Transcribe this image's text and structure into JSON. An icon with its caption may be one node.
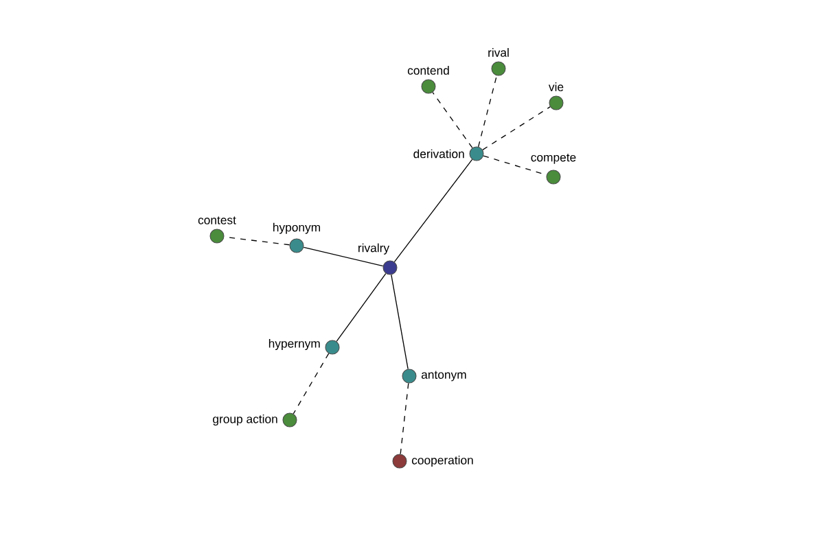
{
  "diagram": {
    "nodes": [
      {
        "text": [
          "rivalry"
        ]
      },
      {
        "text": [
          "derivation"
        ]
      },
      {
        "text": [
          "contend"
        ]
      },
      {
        "text": [
          "rival"
        ]
      },
      {
        "text": [
          "vie"
        ]
      },
      {
        "text": [
          "compete"
        ]
      },
      {
        "text": [
          "hyponym"
        ]
      },
      {
        "text": [
          "contest"
        ]
      },
      {
        "text": [
          "hypernym"
        ]
      },
      {
        "text": [
          "group action"
        ]
      },
      {
        "text": [
          "antonym"
        ]
      },
      {
        "text": [
          "cooperation"
        ]
      }
    ],
    "edges": [
      {
        "from": 0,
        "to": 1,
        "arrow": "none"
      },
      {
        "from": 1,
        "to": 2,
        "arrow": "none",
        "style": "dashed"
      },
      {
        "from": 1,
        "to": 3,
        "arrow": "none",
        "style": "dashed"
      },
      {
        "from": 1,
        "to": 4,
        "arrow": "none",
        "style": "dashed"
      },
      {
        "from": 1,
        "to": 5,
        "arrow": "none",
        "style": "dashed"
      },
      {
        "from": 0,
        "to": 6,
        "arrow": "none"
      },
      {
        "from": 6,
        "to": 7,
        "arrow": "none",
        "style": "dashed"
      },
      {
        "from": 0,
        "to": 8,
        "arrow": "none"
      },
      {
        "from": 8,
        "to": 9,
        "arrow": "none",
        "style": "dashed"
      },
      {
        "from": 0,
        "to": 10,
        "arrow": "none"
      },
      {
        "from": 10,
        "to": 11,
        "arrow": "none",
        "style": "dashed"
      }
    ]
  }
}
